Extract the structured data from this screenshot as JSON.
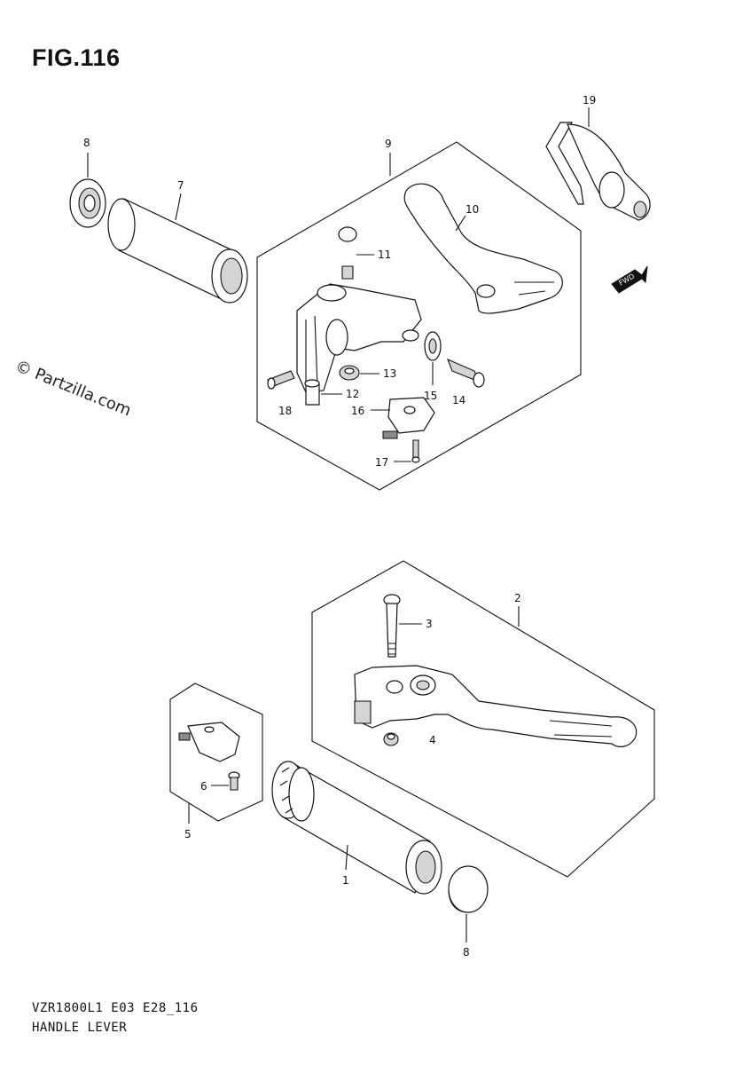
{
  "figure": {
    "title": "FIG.116"
  },
  "watermark": "© Partzilla.com",
  "footer": {
    "model_code": "VZR1800L1 E03 E28_116",
    "section_name": "HANDLE LEVER"
  },
  "direction_badge": "FWD",
  "callouts": {
    "c1": "1",
    "c2": "2",
    "c3": "3",
    "c4": "4",
    "c5": "5",
    "c6": "6",
    "c7": "7",
    "c8a": "8",
    "c8b": "8",
    "c9": "9",
    "c10": "10",
    "c11": "11",
    "c12": "12",
    "c13": "13",
    "c14": "14",
    "c15": "15",
    "c16": "16",
    "c17": "17",
    "c18": "18",
    "c19": "19"
  }
}
